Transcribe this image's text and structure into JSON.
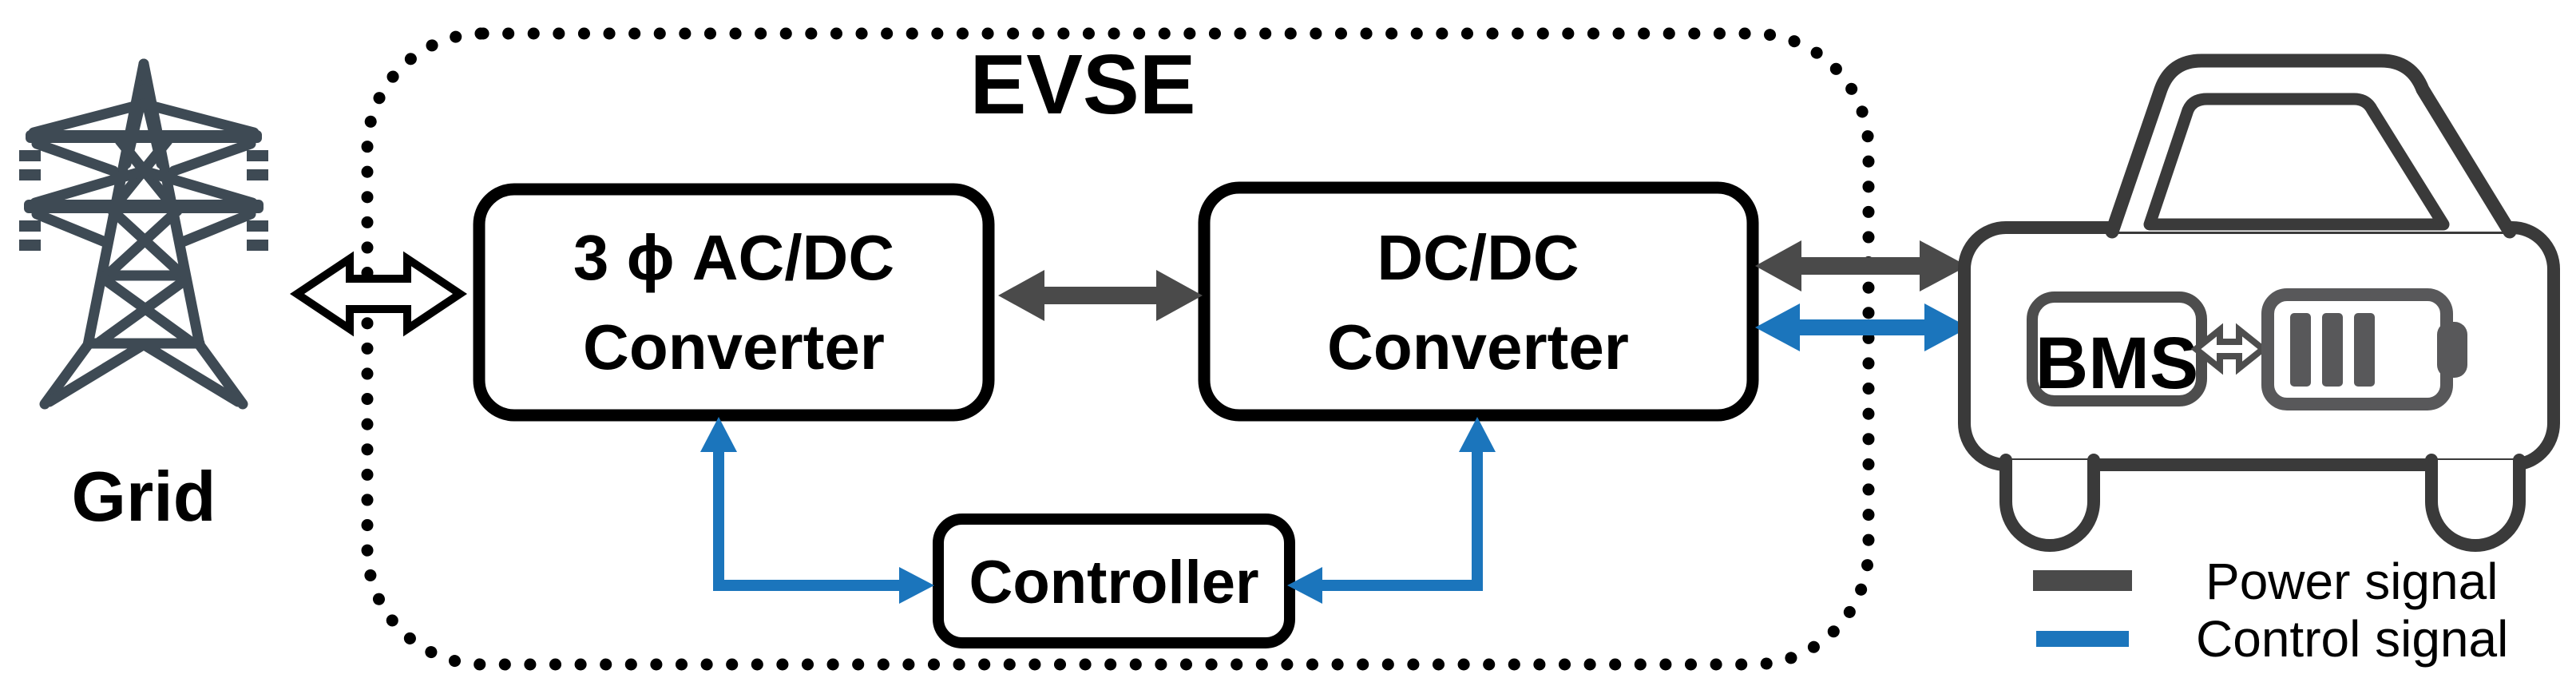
{
  "grid": {
    "label": "Grid",
    "icon": "transmission-tower-icon",
    "color": "#3e4a54"
  },
  "evse": {
    "title": "EVSE",
    "acdc_converter": {
      "line1": "3 ϕ AC/DC",
      "line2": "Converter"
    },
    "dcdc_converter": {
      "line1": "DC/DC",
      "line2": "Converter"
    },
    "controller": {
      "label": "Controller"
    }
  },
  "vehicle": {
    "icon": "car-front-icon",
    "bms": {
      "label": "BMS"
    },
    "battery": {
      "icon": "battery-icon",
      "bars": 3,
      "color": "#58585a"
    },
    "outline_color": "#3a3a3a"
  },
  "legend": {
    "power": {
      "label": "Power signal",
      "color": "#4a4a4a"
    },
    "control": {
      "label": "Control signal",
      "color": "#1b75bc"
    }
  },
  "colors": {
    "power_signal": "#4a4a4a",
    "control_signal": "#1b75bc",
    "box_border": "#000000",
    "tower": "#3e4a54",
    "car": "#3a3a3a",
    "battery": "#58585a",
    "bms_border": "#4d4d4d"
  }
}
